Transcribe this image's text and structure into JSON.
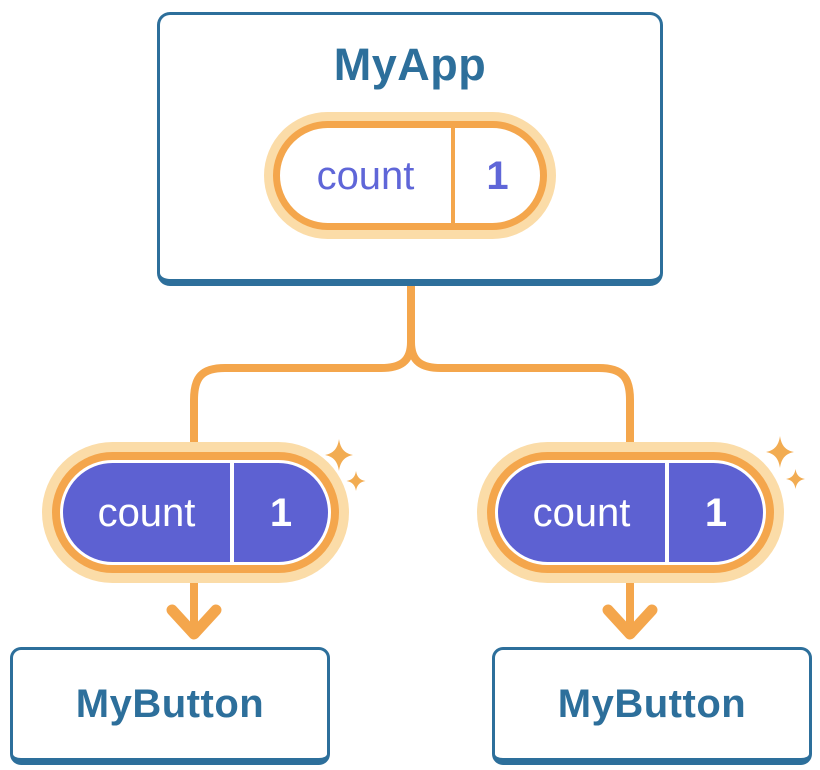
{
  "colors": {
    "bg": "#FFFFFF",
    "blue": "#2D6F9B",
    "orange": "#F4A64C",
    "cream": "#FBDCA8",
    "purple": "#5D61D2",
    "pilltext": "#5F66D8",
    "sparkle": "#F2AC52"
  },
  "tree": {
    "root": {
      "title": "MyApp",
      "state": {
        "label": "count",
        "value": "1"
      }
    },
    "children": [
      {
        "title": "MyButton",
        "prop": {
          "label": "count",
          "value": "1"
        }
      },
      {
        "title": "MyButton",
        "prop": {
          "label": "count",
          "value": "1"
        }
      }
    ]
  }
}
